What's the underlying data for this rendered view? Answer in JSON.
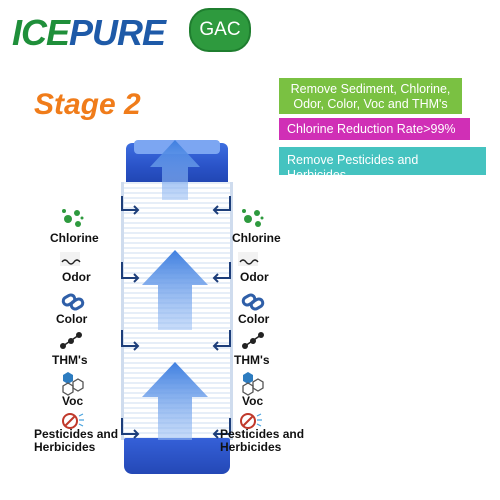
{
  "logo": {
    "ice": "ICE",
    "pure": "PURE",
    "badge": "GAC"
  },
  "stage_title": "Stage 2",
  "features": [
    "Remove Sediment, Chlorine, Odor, Color, Voc and THM's",
    "Chlorine Reduction Rate>99%",
    "Remove Pesticides and Herbicides"
  ],
  "contaminants": [
    {
      "icon": "chlorine-molecule-icon",
      "label": "Chlorine"
    },
    {
      "icon": "odor-wave-icon",
      "label": "Odor"
    },
    {
      "icon": "color-chain-icon",
      "label": "Color"
    },
    {
      "icon": "thm-molecule-icon",
      "label": "THM's"
    },
    {
      "icon": "voc-hexagon-icon",
      "label": "Voc"
    },
    {
      "icon": "pesticide-spray-icon",
      "label": "Pesticides and Herbicides"
    }
  ],
  "colors": {
    "logo_green": "#1f8f3a",
    "logo_blue": "#1e5aa8",
    "stage_orange": "#f07c1a",
    "feature_green": "#7ac142",
    "feature_magenta": "#d02fb6",
    "feature_teal": "#45c3c0",
    "cartridge_blue": "#2a53c8",
    "arrow_blue": "#3f7fe0"
  }
}
